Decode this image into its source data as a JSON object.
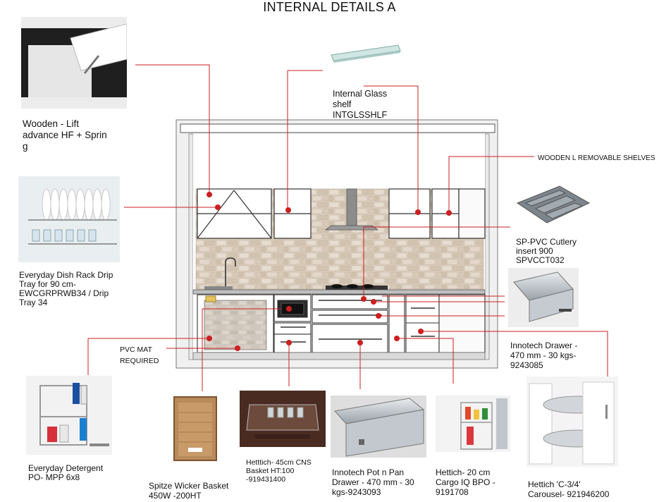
{
  "title": "INTERNAL DETAILS A",
  "labels": {
    "lift": "Wooden - Lift\nadvance HF + Sprin\ng",
    "glass": "Internal Glass\nshelf\nINTGLSSHLF",
    "wooden_shelves": "WOODEN L REMOVABLE SHELVES",
    "cutlery": "SP-PVC Cutlery\ninsert 900\nSPVCCT032",
    "dish_rack": "Everyday Dish Rack Drip\nTray for 90 cm-\nEWCGRPRWB34 / Drip\nTray 34",
    "pvc_mat": "PVC MAT\nREQUIRED",
    "innotech_drawer": "Innotech Drawer -\n470 mm - 30 kgs-\n9243085",
    "detergent": "Everyday Detergent\nPO- MPP 6x8",
    "wicker": "Spitze Wicker Basket\n450W -200HT",
    "cns_basket": "Hetttich- 45cm CNS\nBasket HT:100\n-919431400",
    "pot_pan": "Innotech Pot n Pan\nDrawer - 470 mm - 30\nkgs-9243093",
    "cargo": "Hettich- 20 cm\nCargo IQ BPO -\n9191708",
    "carousel": "Hettich 'C-3/4'\nCarousel- 921946200"
  },
  "colors": {
    "leader": "#cc1f1f",
    "cabinet_line": "#333333",
    "tile": "#d9cdbf"
  }
}
